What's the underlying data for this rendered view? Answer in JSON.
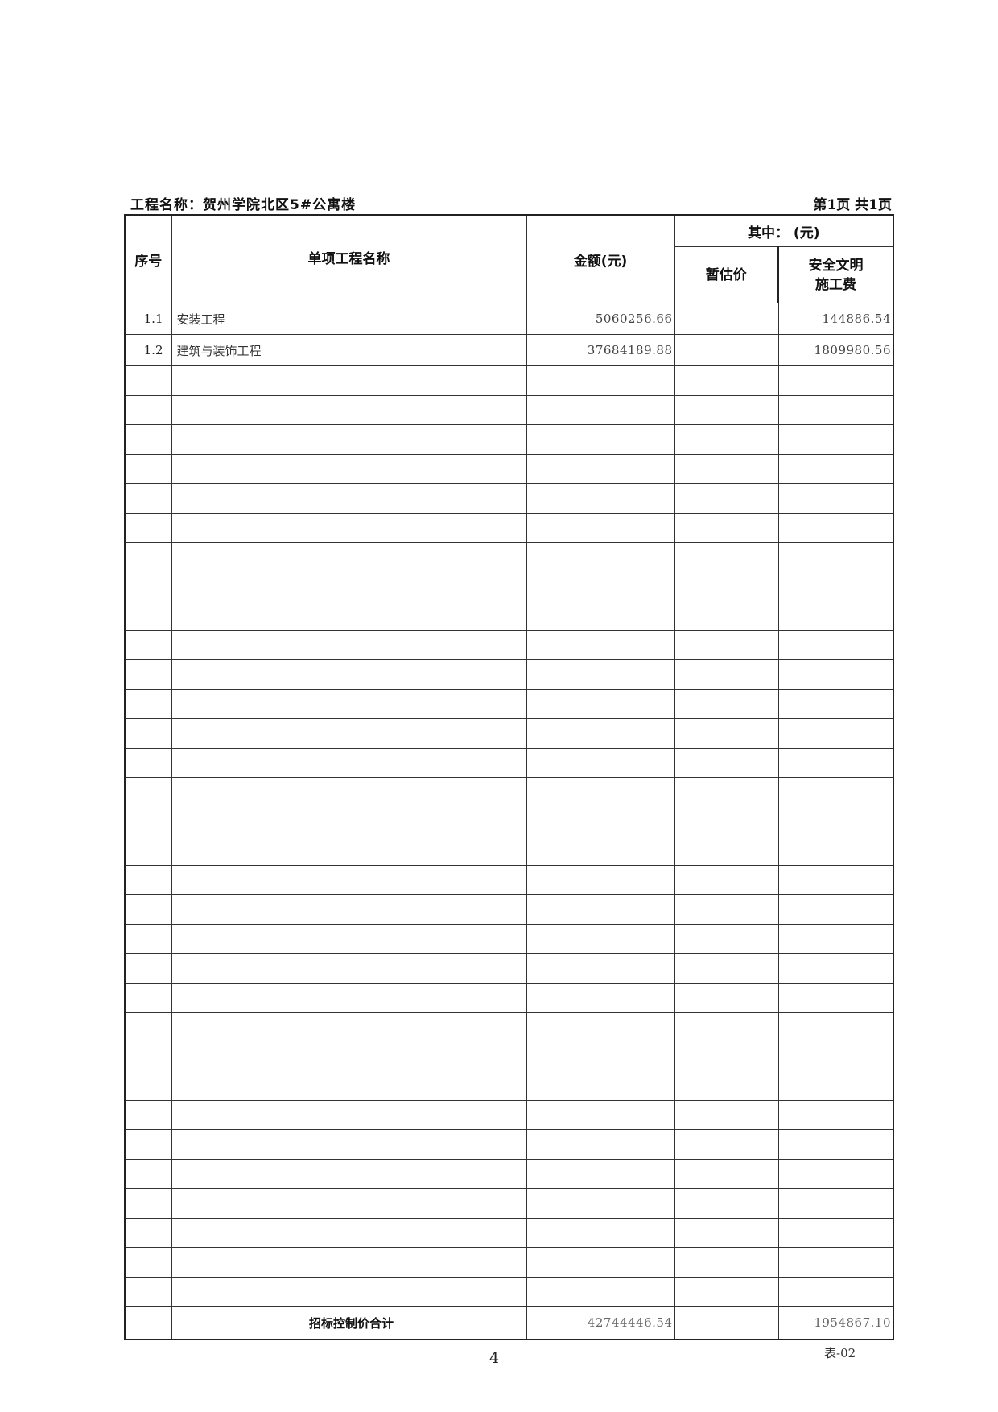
{
  "header": {
    "project_label": "工程名称：贺州学院北区5#公寓楼",
    "page_info": "第1页  共1页"
  },
  "table": {
    "columns": {
      "seq": "序号",
      "name": "单项工程名称",
      "amount": "金额(元)",
      "of_which": "其中：  (元)",
      "provisional": "暂估价",
      "safety_line1": "安全文明",
      "safety_line2": "施工费"
    },
    "rows": [
      {
        "seq": "1.1",
        "name": "安装工程",
        "amount": "5060256.66",
        "provisional": "",
        "safety": "144886.54"
      },
      {
        "seq": "1.2",
        "name": "建筑与装饰工程",
        "amount": "37684189.88",
        "provisional": "",
        "safety": "1809980.56"
      }
    ],
    "empty_row_count": 32,
    "total": {
      "label": "招标控制价合计",
      "amount": "42744446.54",
      "provisional": "",
      "safety": "1954867.10"
    }
  },
  "footer": {
    "page_number": "4",
    "form_code": "表-02"
  }
}
